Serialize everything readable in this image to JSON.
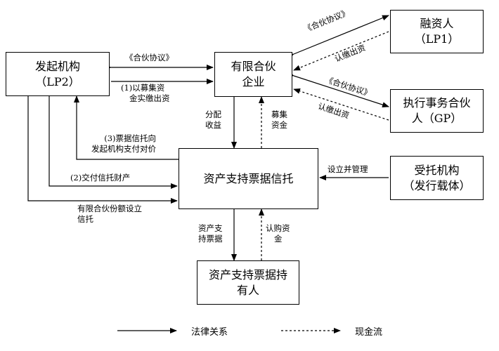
{
  "entities": {
    "lp1": [
      "融资人",
      "（LP1）"
    ],
    "lp2": [
      "发起机构",
      "（LP2）"
    ],
    "partnership": [
      "有限合伙",
      "企业"
    ],
    "gp": [
      "执行事务合伙",
      "人（GP）"
    ],
    "trust": [
      "资产支持票据信托"
    ],
    "trustee": [
      "受托机构",
      "（发行载体）"
    ],
    "holder": [
      "资产支持票据持",
      "有人"
    ]
  },
  "labels": {
    "agreement_lp2": "《合伙协议》",
    "contribution_lp2": [
      "(1)以募集资",
      "金实缴出资"
    ],
    "agreement_lp1": "《合伙协议》",
    "contribution_lp1": "认缴出资",
    "agreement_gp": "《合伙协议》",
    "contribution_gp": "认缴出资",
    "distribute": [
      "分配",
      "收益"
    ],
    "raise": [
      "募集",
      "资金"
    ],
    "pay_consideration": [
      "(3)票据信托向",
      "发起机构支付对价"
    ],
    "deliver_property": "(2)交付信托财产",
    "share_trust": [
      "有限合伙份额设立",
      "信托"
    ],
    "setup_manage": "设立并管理",
    "notes": [
      "资产支",
      "持票据"
    ],
    "subscribe": [
      "认购资",
      "金"
    ]
  },
  "legend": {
    "legal": "法律关系",
    "cash": "现金流"
  }
}
